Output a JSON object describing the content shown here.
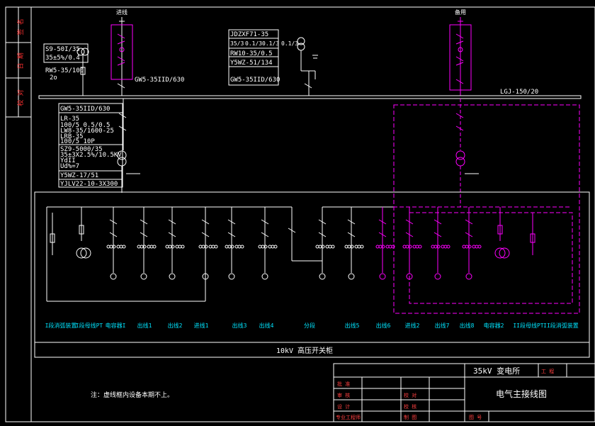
{
  "side_labels": [
    "签 名",
    "日 期",
    "校 对"
  ],
  "incoming": {
    "left": "进线",
    "right": "备用"
  },
  "station_transformer": {
    "model": "S9-50I/35",
    "ratio": "35±5%/0.4",
    "fuse": "RW5-35/100",
    "ir": "2o"
  },
  "pt": {
    "model": "JDZXF71-35",
    "ratio_a": "35/3",
    "ratio_b": "0.1/3",
    "ratio_c": "0.1/3",
    "ratio_d": "0.1/3",
    "fuse": "RW10-35/0.5",
    "arrester": "Y5WZ-51/134",
    "disconnector": "GW5-35IID/630"
  },
  "left_line_disconnector": "GW5-35IID/630",
  "bus_conductor": "LGJ-150/20",
  "main_transformer": {
    "disconnector": "GW5-35IID/630",
    "breaker": "LR-35",
    "ct1": "100/5 0.5/0.5",
    "ct2": "LW8-35/1600-25",
    "ct3": "LRB-35",
    "ct4": "100/5 10P",
    "transformer": "SZ9-5000/35",
    "ratio": "35±3X2.5%/10.5KV",
    "group": "YdII",
    "impedance": "Ud%=7",
    "arrester": "Y5WZ-17/51",
    "cable": "YJLV22-10-3X300"
  },
  "feeders": [
    "I段消弧装置",
    "I段母线PT",
    "电容器I",
    "出线1",
    "出线2",
    "进线1",
    "出线3",
    "出线4",
    "分段",
    "出线5",
    "出线6",
    "进线2",
    "出线7",
    "出线8",
    "电容器2",
    "II段母线PT",
    "II段消弧装置"
  ],
  "switchgear_label": "10kV 高压开关柜",
  "note": "注：虚线框内设备本期不上。",
  "title_block": {
    "project": "35kV 变电所",
    "stage_label": "工 程",
    "drawing_title": "电气主接线图",
    "row_labels": [
      "批 准",
      "审 核",
      "设 计",
      "专业工程师"
    ],
    "mid_labels": [
      "校 对",
      "校 核",
      "制 图"
    ],
    "drawing_no_label": "图 号"
  },
  "colors": {
    "white": "#ffffff",
    "magenta": "#ff00ff",
    "cyan": "#00e5ff",
    "grid": "#ffffff"
  }
}
